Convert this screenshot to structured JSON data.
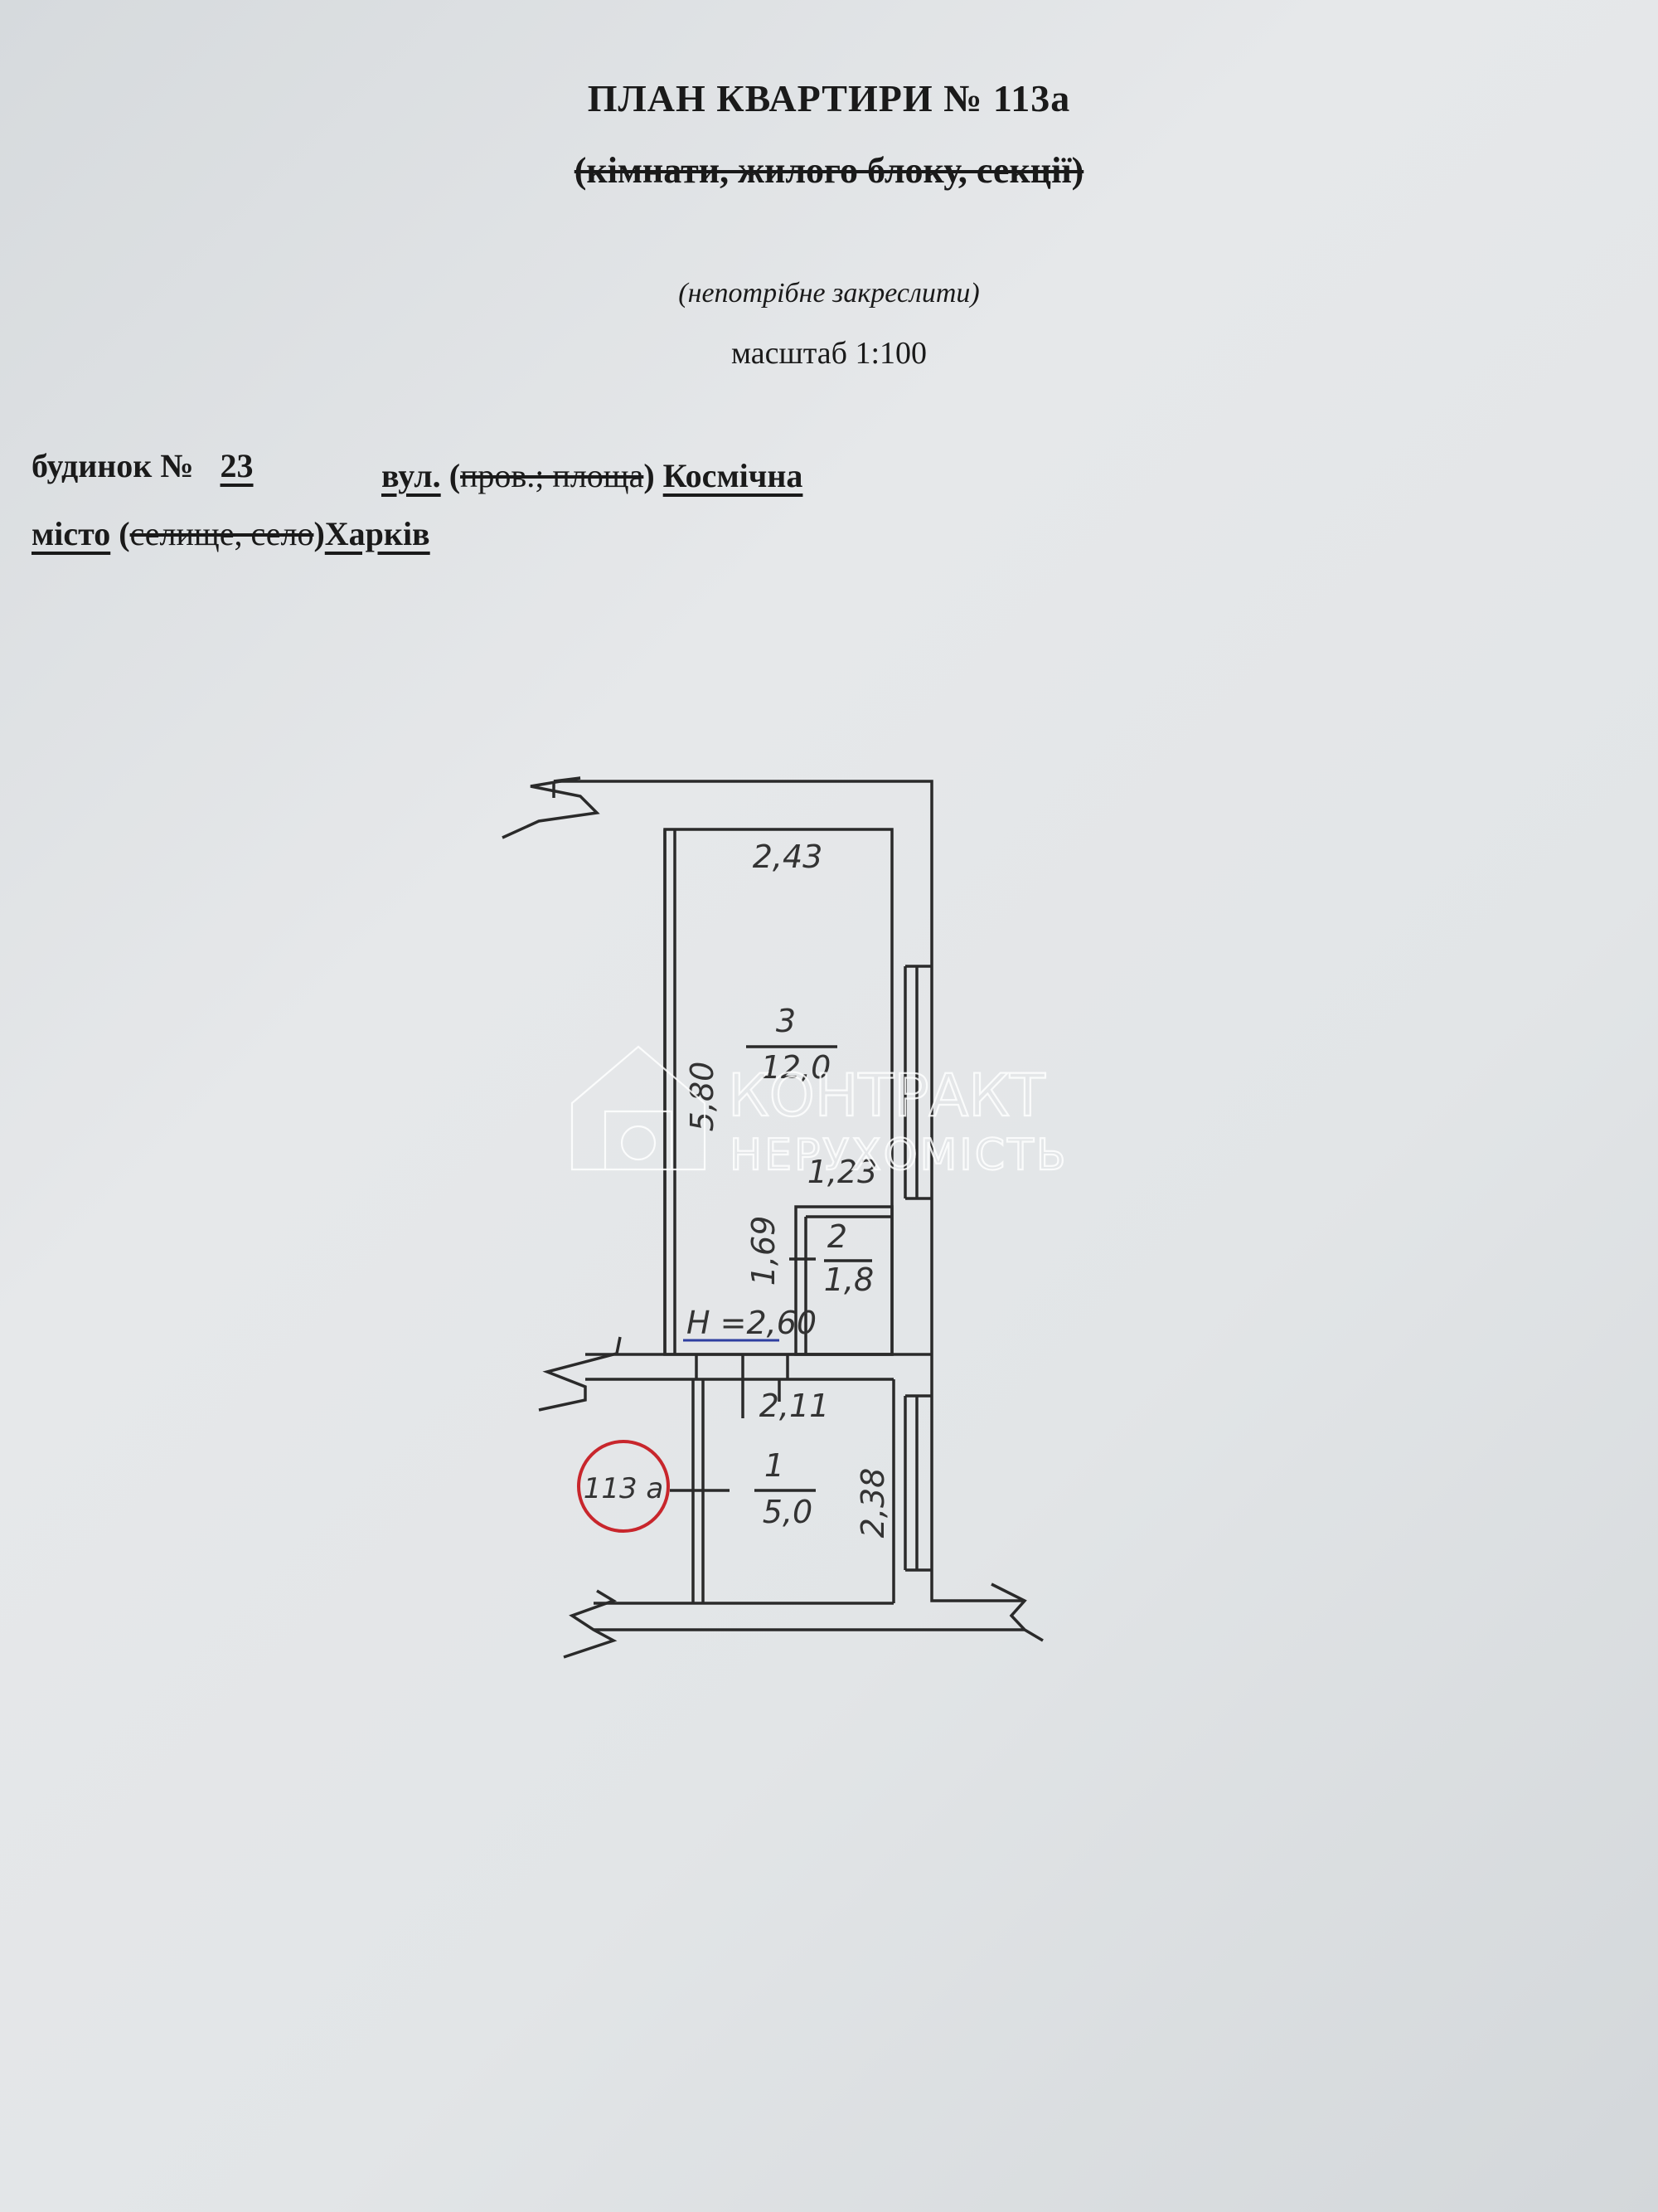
{
  "header": {
    "title": "ПЛАН КВАРТИРИ № 113а",
    "subtitle_struck": "(кімнати, жилого блоку, секції)",
    "note": "(непотрібне закреслити)",
    "scale": "масштаб 1:100"
  },
  "address": {
    "house_label": "будинок №",
    "house_number": "23",
    "street_label": "вул.",
    "street_open_paren": "(",
    "street_struck": "пров.; площа",
    "street_close_paren": ")",
    "street_name": "Космічна",
    "city_label": "місто",
    "city_open_paren": "(",
    "city_struck": "селище, село",
    "city_close_paren": ")",
    "city_name": "Харків"
  },
  "plan": {
    "room3": {
      "number": "3",
      "area": "12,0",
      "width": "2,43",
      "length": "5,80"
    },
    "room2": {
      "number": "2",
      "area": "1,8",
      "width": "1,23",
      "length": "1,69"
    },
    "room1": {
      "number": "1",
      "area": "5,0",
      "width": "2,11",
      "length": "2,38"
    },
    "ceiling_height": "H =2,60",
    "apartment_marker": "113 а"
  },
  "watermark": {
    "line1": "КОНТРАКТ",
    "line2": "НЕРУХОМІСТЬ"
  },
  "colors": {
    "line": "#2a2a2a",
    "stamp_red": "#c8262c",
    "underline_blue": "#2f3fa0"
  }
}
